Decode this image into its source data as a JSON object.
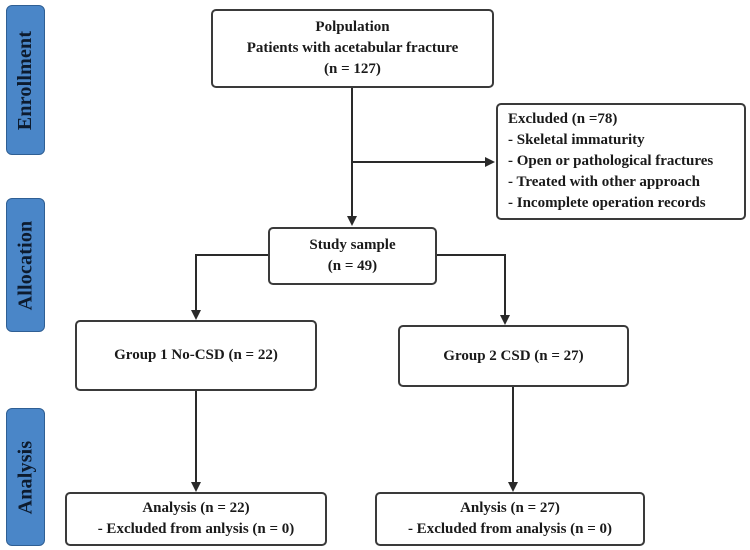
{
  "sections": {
    "enrollment": "Enrollment",
    "allocation": "Allocation",
    "analysis": "Analysis"
  },
  "population": {
    "line1": "Polpulation",
    "line2": "Patients with acetabular fracture",
    "line3": "(n = 127)"
  },
  "excluded": {
    "title": "Excluded (n =78)",
    "items": [
      "- Skeletal immaturity",
      "- Open or pathological fractures",
      "- Treated with other approach",
      "- Incomplete operation records"
    ]
  },
  "study": {
    "line1": "Study sample",
    "line2": "(n = 49)"
  },
  "group1": {
    "label": "Group 1 No-CSD (n = 22)"
  },
  "group2": {
    "label": "Group 2 CSD (n = 27)"
  },
  "analysis1": {
    "line1": "Analysis (n = 22)",
    "line2": "- Excluded from anlysis (n = 0)"
  },
  "analysis2": {
    "line1": "Anlysis (n = 27)",
    "line2": "- Excluded from analysis (n = 0)"
  },
  "colors": {
    "side_fill": "#4a86c8",
    "box_border": "#3a3a3a"
  }
}
